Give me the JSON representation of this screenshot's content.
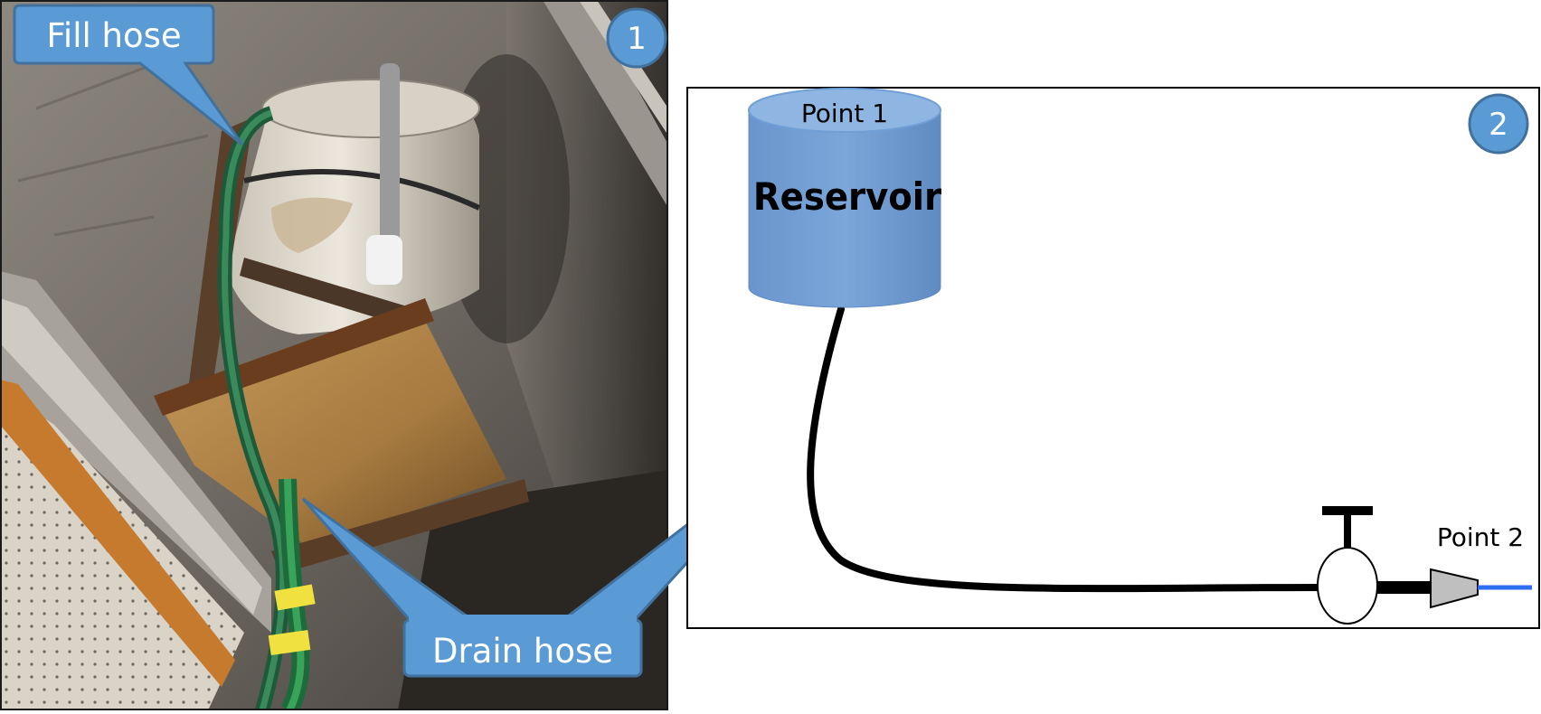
{
  "photo_panel": {
    "number": "1",
    "callouts": {
      "fill_hose": "Fill hose",
      "drain_hose": "Drain hose"
    }
  },
  "diagram_panel": {
    "number": "2",
    "reservoir": {
      "label": "Reservoir",
      "point_label": "Point 1"
    },
    "outlet": {
      "point_label": "Point 2"
    }
  },
  "colors": {
    "callout_fill": "#5b9bd5",
    "callout_stroke": "#41719c",
    "reservoir_fill": "#6f9fd6",
    "reservoir_top": "#8fb6e3",
    "outflow_line": "#2d6ef0",
    "nozzle_fill": "#bfbfbf"
  }
}
